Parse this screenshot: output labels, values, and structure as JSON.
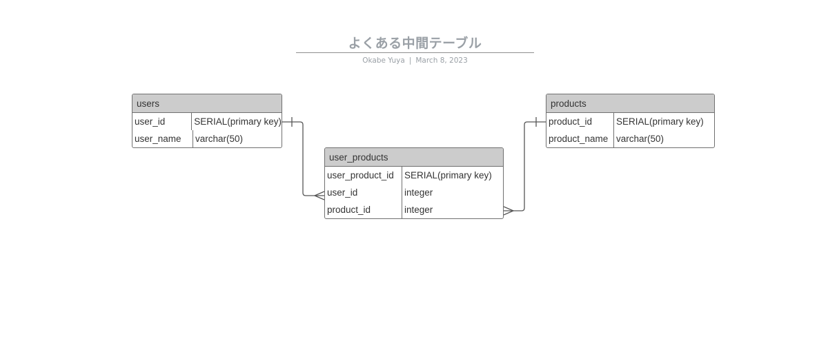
{
  "document": {
    "title": "よくある中間テーブル",
    "author": "Okabe Yuya",
    "separator": "|",
    "date": "March 8, 2023"
  },
  "entities": {
    "users": {
      "name": "users",
      "fields": [
        {
          "name": "user_id",
          "type": "SERIAL(primary key)"
        },
        {
          "name": "user_name",
          "type": "varchar(50)"
        }
      ]
    },
    "user_products": {
      "name": "user_products",
      "fields": [
        {
          "name": "user_product_id",
          "type": "SERIAL(primary key)"
        },
        {
          "name": "user_id",
          "type": "integer"
        },
        {
          "name": "product_id",
          "type": "integer"
        }
      ]
    },
    "products": {
      "name": "products",
      "fields": [
        {
          "name": "product_id",
          "type": "SERIAL(primary key)"
        },
        {
          "name": "product_name",
          "type": "varchar(50)"
        }
      ]
    }
  },
  "relationships": [
    {
      "from": "users.user_id",
      "to": "user_products.user_id",
      "from_cardinality": "one",
      "to_cardinality": "many"
    },
    {
      "from": "products.product_id",
      "to": "user_products.product_id",
      "from_cardinality": "one",
      "to_cardinality": "many"
    }
  ],
  "colors": {
    "header_fill": "#cccccc",
    "border": "#6f6f6f",
    "title_text": "#9aa0a6",
    "connector": "#555555"
  }
}
